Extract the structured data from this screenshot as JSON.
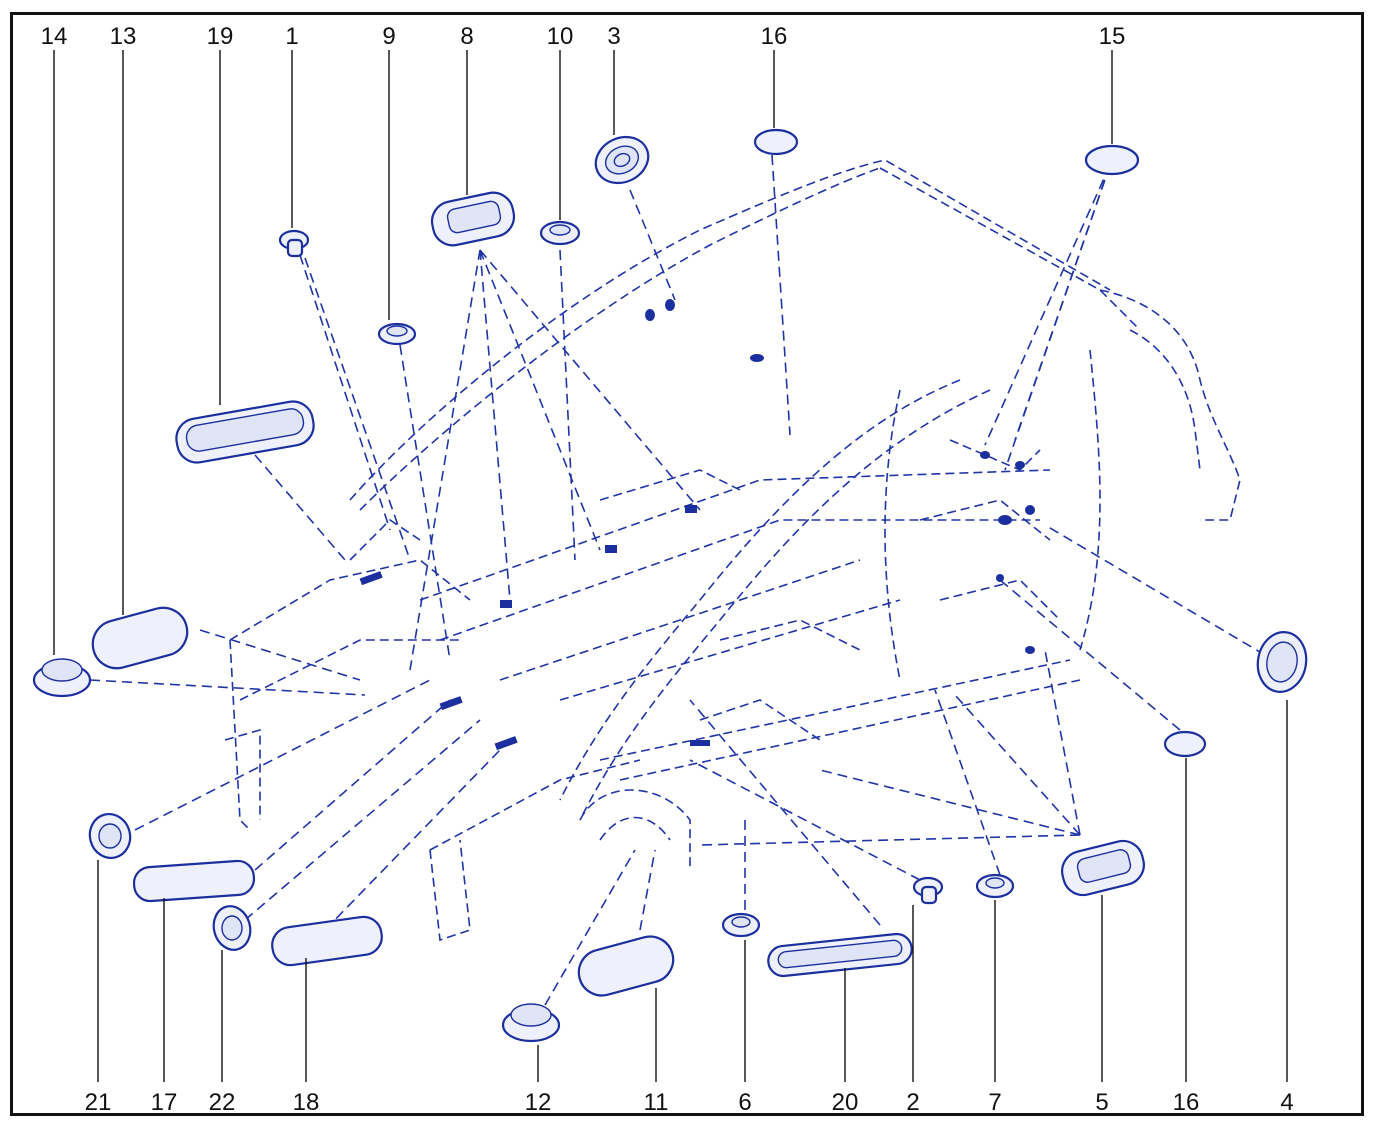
{
  "diagram": {
    "labels_top": [
      "14",
      "13",
      "19",
      "1",
      "9",
      "8",
      "10",
      "3",
      "16",
      "15"
    ],
    "labels_bottom": [
      "21",
      "17",
      "22",
      "18",
      "12",
      "11",
      "6",
      "20",
      "2",
      "7",
      "5",
      "16",
      "4"
    ]
  },
  "colors": {
    "line": "#1f35a6",
    "part_fill": "#eef1fb",
    "frame": "#111111"
  }
}
